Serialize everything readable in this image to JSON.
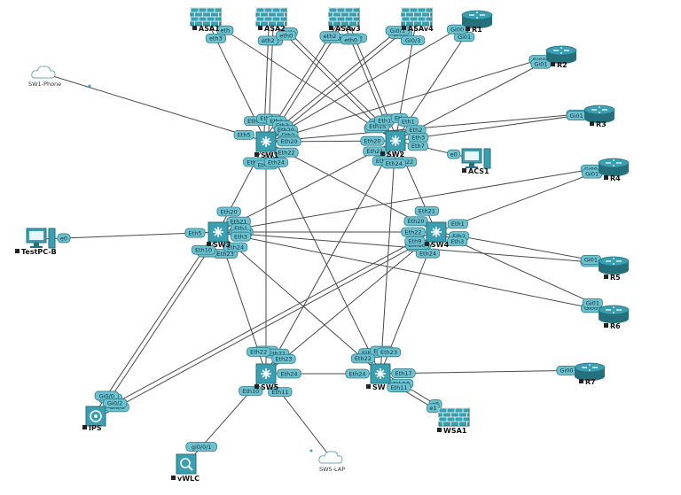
{
  "colors": {
    "device": "#3a9fb1",
    "device_dark": "#25707d",
    "label_fill": "#6fc1cf",
    "line": "#4a4a4a"
  },
  "nodes": [
    {
      "id": "ASA1",
      "icon": "firewall-icon",
      "label": "ASA1"
    },
    {
      "id": "ASA2",
      "icon": "firewall-icon",
      "label": "ASA2"
    },
    {
      "id": "ASAv3",
      "icon": "firewall-icon",
      "label": "ASAv3"
    },
    {
      "id": "ASAv4",
      "icon": "firewall-icon",
      "label": "ASAv4"
    },
    {
      "id": "R1",
      "icon": "router-icon",
      "label": "R1"
    },
    {
      "id": "R2",
      "icon": "router-icon",
      "label": "R2"
    },
    {
      "id": "R3",
      "icon": "router-icon",
      "label": "R3"
    },
    {
      "id": "R4",
      "icon": "router-icon",
      "label": "R4"
    },
    {
      "id": "R5",
      "icon": "router-icon",
      "label": "R5"
    },
    {
      "id": "R6",
      "icon": "router-icon",
      "label": "R6"
    },
    {
      "id": "R7",
      "icon": "router-icon",
      "label": "R7"
    },
    {
      "id": "SW1",
      "icon": "switch-icon",
      "label": "SW1"
    },
    {
      "id": "SW2",
      "icon": "switch-icon",
      "label": "SW2"
    },
    {
      "id": "SW3",
      "icon": "switch-icon",
      "label": "SW3"
    },
    {
      "id": "SW4",
      "icon": "switch-icon",
      "label": "SW4"
    },
    {
      "id": "SW5",
      "icon": "switch-icon",
      "label": "SW5"
    },
    {
      "id": "SW6",
      "icon": "switch-icon",
      "label": "SW"
    },
    {
      "id": "ACS1",
      "icon": "server-icon",
      "label": "ACS1"
    },
    {
      "id": "TestPC-B",
      "icon": "pc-icon",
      "label": "TestPC-B"
    },
    {
      "id": "IPS",
      "icon": "ips-icon",
      "label": "IPS"
    },
    {
      "id": "vWLC",
      "icon": "wlc-icon",
      "label": "vWLC"
    },
    {
      "id": "WSA1",
      "icon": "firewall-icon",
      "label": "WSA1"
    },
    {
      "id": "SW1-Phone",
      "icon": "cloud-icon",
      "label": "SW1-Phone"
    },
    {
      "id": "SW5-LAP",
      "icon": "cloud-icon",
      "label": "SW5-LAP"
    }
  ],
  "links": [
    {
      "a": "ASA1",
      "b": "SW1",
      "la": "eth3",
      "lb": "Eth12"
    },
    {
      "a": "ASA1",
      "b": "SW2",
      "la": "eth",
      "lb": "Eth13"
    },
    {
      "a": "ASA2",
      "b": "SW1",
      "la": "eth3",
      "lb": "Eth16"
    },
    {
      "a": "ASA2",
      "b": "SW2",
      "la": "eth",
      "lb": "Eth17"
    },
    {
      "a": "ASA2",
      "b": "SW1",
      "la": "eth2",
      "lb": "Eth"
    },
    {
      "a": "ASA2",
      "b": "SW2",
      "la": "eth0",
      "lb": "Eth15"
    },
    {
      "a": "ASAv3",
      "b": "SW1",
      "la": "Gi0/3",
      "lb": "Eth"
    },
    {
      "a": "ASAv3",
      "b": "SW2",
      "la": "Gi0/2",
      "lb": "Eth"
    },
    {
      "a": "ASAv3",
      "b": "SW1",
      "la": "eth2",
      "lb": "Eth1"
    },
    {
      "a": "ASAv3",
      "b": "SW2",
      "la": "eth0",
      "lb": "Eth1"
    },
    {
      "a": "ASAv4",
      "b": "SW1",
      "la": "Gi0/2",
      "lb": "Eth2"
    },
    {
      "a": "ASAv4",
      "b": "SW2",
      "la": "Gi0/3",
      "lb": "Eth"
    },
    {
      "a": "ASAv4",
      "b": "SW1",
      "la": "Gi0/1",
      "lb": "Eth3"
    },
    {
      "a": "R1",
      "b": "SW2",
      "la": "Gi01",
      "lb": "Eth1"
    },
    {
      "a": "R1",
      "b": "SW1",
      "la": "Gi00",
      "lb": "Eth20"
    },
    {
      "a": "R2",
      "b": "SW1",
      "la": "Gi00",
      "lb": "Eth2"
    },
    {
      "a": "R2",
      "b": "SW2",
      "la": "Gi01",
      "lb": "Eth2"
    },
    {
      "a": "R3",
      "b": "SW1",
      "la": "Gi00",
      "lb": "Eth3"
    },
    {
      "a": "R3",
      "b": "SW2",
      "la": "Gi01",
      "lb": "Eth3"
    },
    {
      "a": "SW1-Phone",
      "b": "SW1",
      "la": "",
      "lb": "Eth5"
    },
    {
      "a": "SW1",
      "b": "SW2",
      "la": "Eth20",
      "lb": "Eth20"
    },
    {
      "a": "ACS1",
      "b": "SW2",
      "la": "e0",
      "lb": "Eth7"
    },
    {
      "a": "SW1",
      "b": "SW3",
      "la": "Eth21",
      "lb": "Eth20"
    },
    {
      "a": "SW1",
      "b": "SW4",
      "la": "Eth22",
      "lb": "Eth20"
    },
    {
      "a": "SW1",
      "b": "SW5",
      "la": "Eth23",
      "lb": "Eth20"
    },
    {
      "a": "SW1",
      "b": "SW6",
      "la": "Eth24",
      "lb": "Eth20"
    },
    {
      "a": "SW2",
      "b": "SW3",
      "la": "Eth21",
      "lb": "Eth21"
    },
    {
      "a": "SW2",
      "b": "SW4",
      "la": "Eth22",
      "lb": "Eth21"
    },
    {
      "a": "SW2",
      "b": "SW5",
      "la": "Eth23",
      "lb": "Eth21"
    },
    {
      "a": "SW2",
      "b": "SW6",
      "la": "Eth24",
      "lb": "Eth21"
    },
    {
      "a": "TestPC-B",
      "b": "SW3",
      "la": "e0",
      "lb": "Eth5"
    },
    {
      "a": "SW3",
      "b": "SW4",
      "la": "Eth22",
      "lb": "Eth22"
    },
    {
      "a": "SW3",
      "b": "R4",
      "la": "Eth1",
      "lb": "Gi00"
    },
    {
      "a": "SW3",
      "b": "R5",
      "la": "Eth2",
      "lb": "Gi00"
    },
    {
      "a": "SW3",
      "b": "R6",
      "la": "Eth3",
      "lb": "Gi00"
    },
    {
      "a": "SW4",
      "b": "R4",
      "la": "Eth1",
      "lb": "Gi01"
    },
    {
      "a": "SW4",
      "b": "R5",
      "la": "Eth2",
      "lb": "Gi01"
    },
    {
      "a": "SW4",
      "b": "R6",
      "la": "Eth3",
      "lb": "Gi01"
    },
    {
      "a": "SW3",
      "b": "SW5",
      "la": "Eth23",
      "lb": "Eth22"
    },
    {
      "a": "SW3",
      "b": "SW6",
      "la": "Eth24",
      "lb": "Eth22"
    },
    {
      "a": "SW4",
      "b": "SW5",
      "la": "Eth23",
      "lb": "Eth23"
    },
    {
      "a": "SW4",
      "b": "SW6",
      "la": "Eth24",
      "lb": "Eth23"
    },
    {
      "a": "SW3",
      "b": "IPS",
      "la": "Eth9",
      "lb": "Gi0/1"
    },
    {
      "a": "SW3",
      "b": "IPS",
      "la": "Eth10",
      "lb": "Gi0/0"
    },
    {
      "a": "SW4",
      "b": "IPS",
      "la": "Eth10",
      "lb": "Gi0/3"
    },
    {
      "a": "SW4",
      "b": "IPS",
      "la": "Eth9",
      "lb": "Gi0/2"
    },
    {
      "a": "SW5",
      "b": "SW6",
      "la": "Eth24",
      "lb": "Eth24"
    },
    {
      "a": "SW6",
      "b": "R7",
      "la": "Eth17",
      "lb": "Gi00"
    },
    {
      "a": "SW6",
      "b": "WSA1",
      "la": "Eth10",
      "lb": "e0"
    },
    {
      "a": "SW6",
      "b": "WSA1",
      "la": "Eth11",
      "lb": "e1"
    },
    {
      "a": "SW5",
      "b": "vWLC",
      "la": "Eth10",
      "lb": "gi0/0/1"
    },
    {
      "a": "SW5",
      "b": "SW5-LAP",
      "la": "Eth11",
      "lb": ""
    }
  ]
}
